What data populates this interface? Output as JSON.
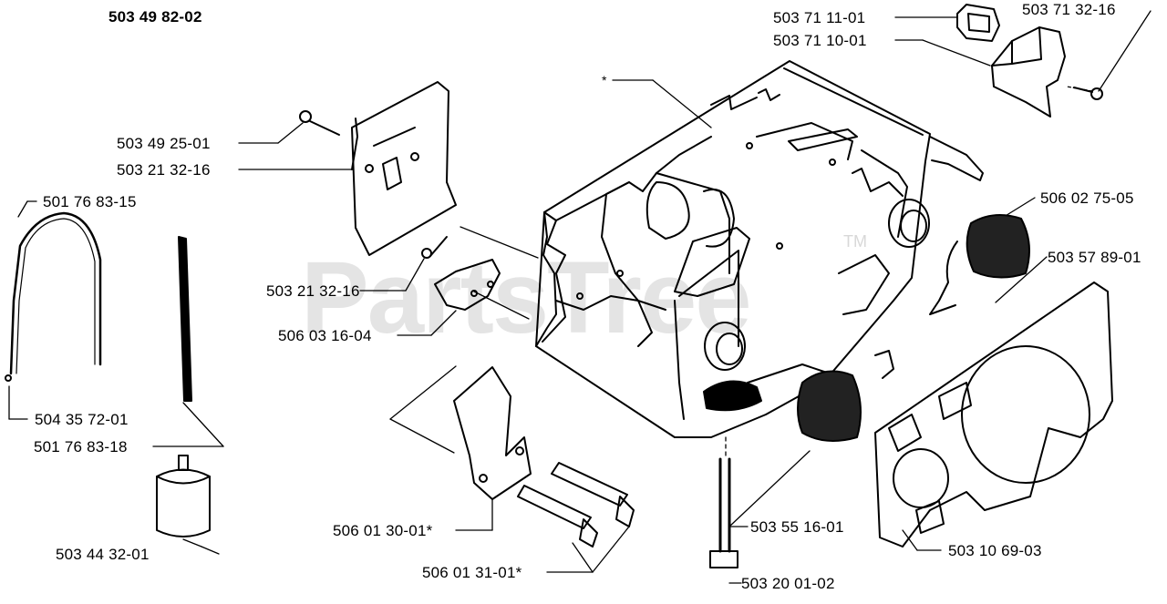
{
  "diagram": {
    "title": "503 49 82-02",
    "watermark": "PartsTree",
    "trademark": "TM",
    "asterisk": "*",
    "labels": {
      "p1": "503 71 11-01",
      "p2": "503 71 10-01",
      "p3": "503 71 32-16",
      "p4": "503 49 25-01",
      "p5": "503 21 32-16",
      "p6": "501 76 83-15",
      "p7": "506 02 75-05",
      "p8": "503 57 89-01",
      "p9": "503 21 32-16",
      "p10": "506 03 16-04",
      "p11": "504 35 72-01",
      "p12": "501 76 83-18",
      "p13": "503 44 32-01",
      "p14": "506 01 30-01*",
      "p15": "506 01 31-01*",
      "p16": "503 55 16-01",
      "p17": "503 10 69-03",
      "p18": "503 20 01-02"
    }
  }
}
